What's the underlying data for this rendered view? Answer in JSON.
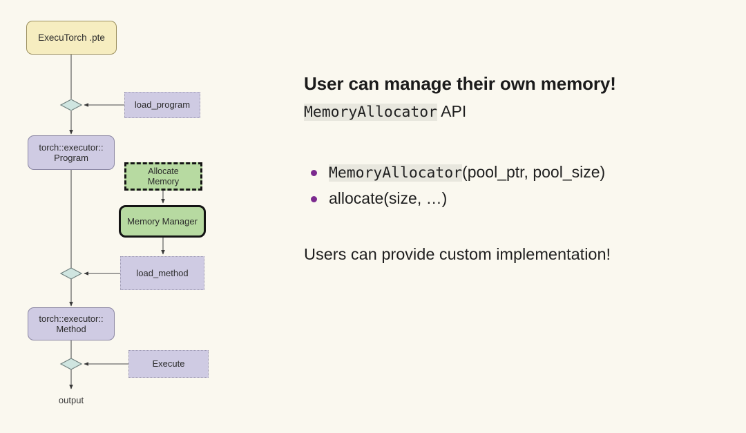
{
  "background_color": "#faf8ef",
  "diagram": {
    "nodes": [
      {
        "id": "pte",
        "label": "ExecuTorch .pte",
        "shape": "rounded-rect",
        "fill": "#f6edc0",
        "border": "#9b8f5e"
      },
      {
        "id": "load_program",
        "label": "load_program",
        "shape": "dotted-rect",
        "fill": "#cfcbe3",
        "border": "#9a96b0"
      },
      {
        "id": "program",
        "label": "torch::executor::\nProgram",
        "shape": "rounded-rect",
        "fill": "#cfcbe3",
        "border": "#8a86a3"
      },
      {
        "id": "allocate",
        "label": "Allocate\nMemory",
        "shape": "dashed-rect",
        "fill": "#b7daa1",
        "border": "#141414"
      },
      {
        "id": "memory_manager",
        "label": "Memory Manager",
        "shape": "rounded-rect",
        "fill": "#b7daa1",
        "border": "#141414"
      },
      {
        "id": "load_method",
        "label": "load_method",
        "shape": "dotted-rect",
        "fill": "#cfcbe3",
        "border": "#9a96b0"
      },
      {
        "id": "method",
        "label": "torch::executor::\nMethod",
        "shape": "rounded-rect",
        "fill": "#cfcbe3",
        "border": "#8a86a3"
      },
      {
        "id": "execute",
        "label": "Execute",
        "shape": "dotted-rect",
        "fill": "#cfcbe3",
        "border": "#9a96b0"
      },
      {
        "id": "output",
        "label": "output",
        "shape": "text",
        "fill": "none",
        "border": "none"
      }
    ],
    "decision_fill": "#cfe5e0",
    "decision_border": "#6f7f7d",
    "edge_color": "#5a5a5a"
  },
  "content": {
    "headline": "User can manage their own memory!",
    "subline": {
      "code": "MemoryAllocator",
      "rest": " API"
    },
    "bullets": [
      {
        "code": "MemoryAllocator",
        "rest": "(pool_ptr, pool_size)"
      },
      {
        "code": "",
        "rest": "allocate(size, …)"
      }
    ],
    "bullet_color": "#7b2a8e",
    "closing": "Users can provide custom implementation!"
  }
}
